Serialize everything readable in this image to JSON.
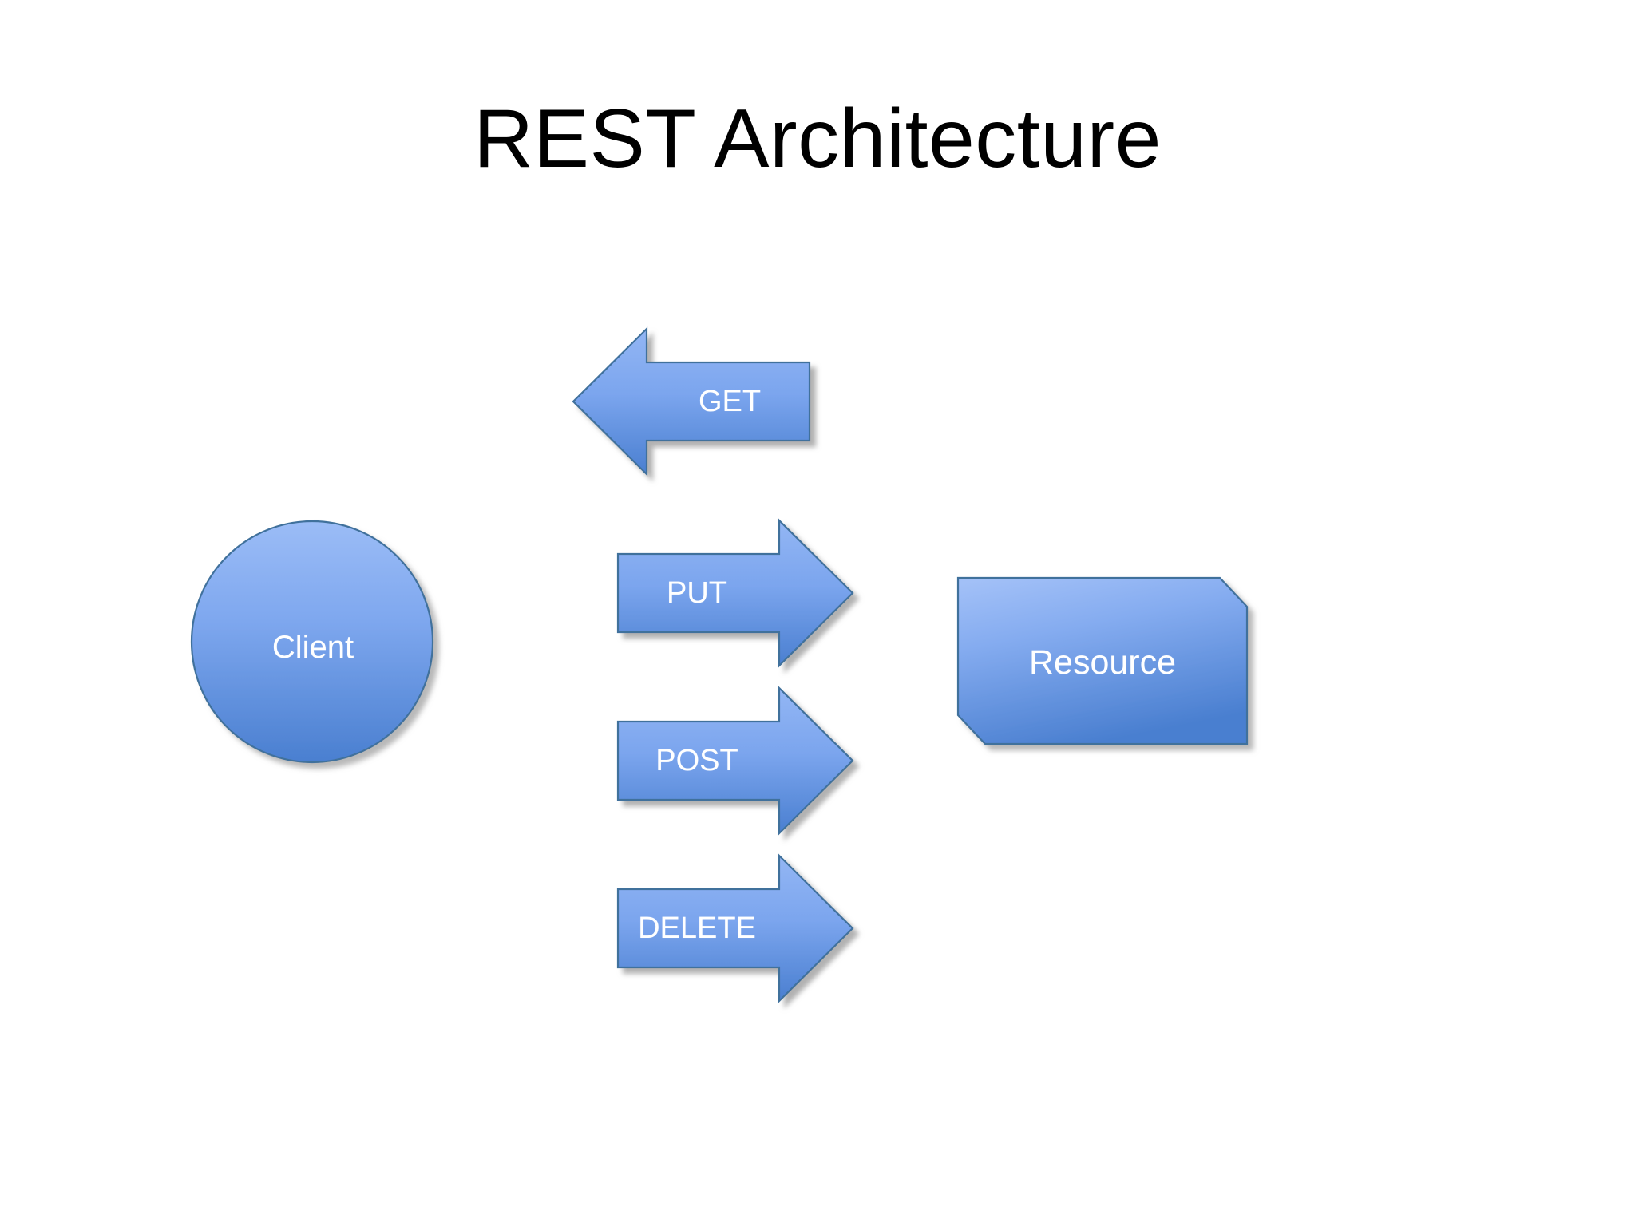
{
  "slide": {
    "title": "REST Architecture",
    "background_color": "#ffffff"
  },
  "theme": {
    "shape_fill_top": "#8AB0F2",
    "shape_fill_bottom": "#4A7FD0",
    "shape_border": "#41719C",
    "label_color": "#ffffff",
    "title_color": "#000000",
    "shadow_color": "#b0b0b0"
  },
  "nodes": [
    {
      "id": "client",
      "label": "Client",
      "shape": "ellipse"
    },
    {
      "id": "resource",
      "label": "Resource",
      "shape": "snip-diagonal-corner-rectangle"
    }
  ],
  "arrows": [
    {
      "id": "get",
      "label": "GET",
      "direction": "left",
      "from": "resource",
      "to": "client"
    },
    {
      "id": "put",
      "label": "PUT",
      "direction": "right",
      "from": "client",
      "to": "resource"
    },
    {
      "id": "post",
      "label": "POST",
      "direction": "right",
      "from": "client",
      "to": "resource"
    },
    {
      "id": "delete",
      "label": "DELETE",
      "direction": "right",
      "from": "client",
      "to": "resource"
    }
  ],
  "icons": {
    "arrow_left": "arrow-left-icon",
    "arrow_right": "arrow-right-icon",
    "ellipse": "ellipse-shape-icon",
    "snip_rect": "snip-corner-rectangle-icon"
  }
}
